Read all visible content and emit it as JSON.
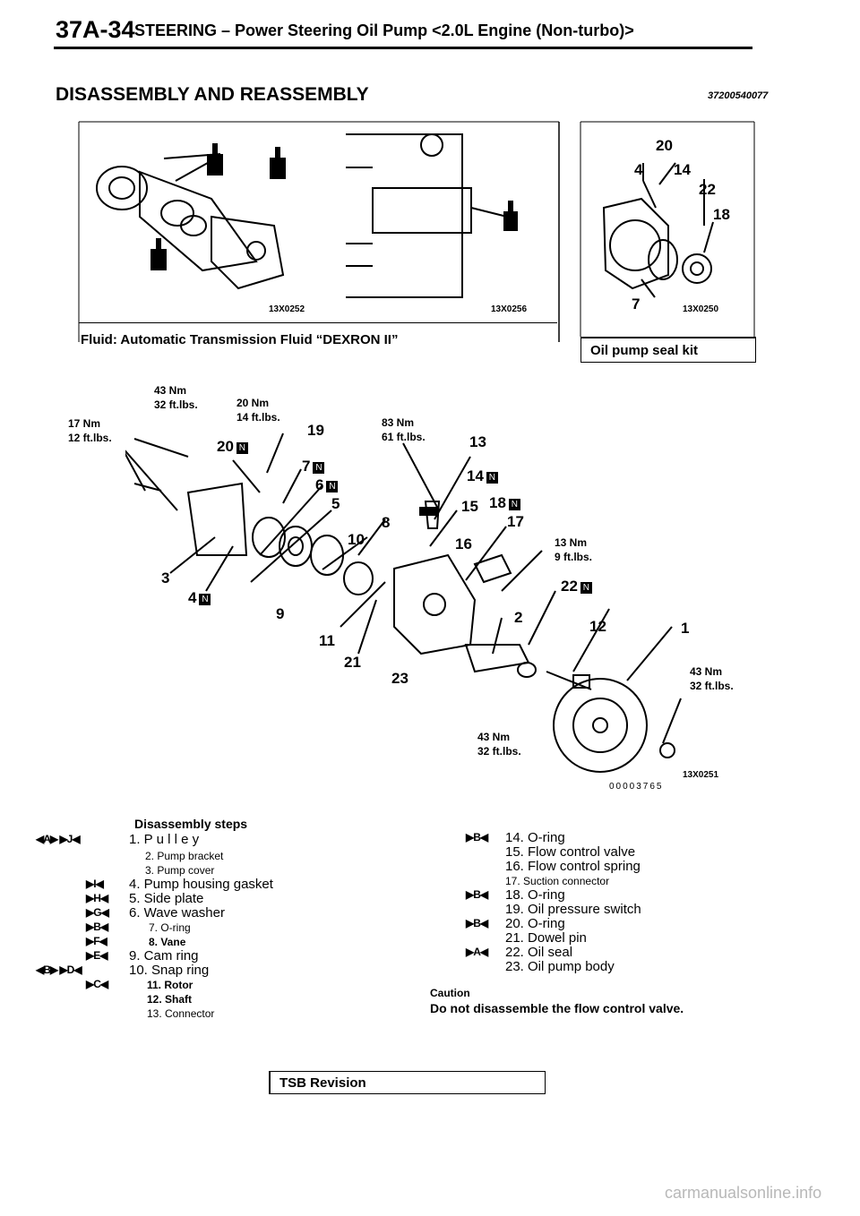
{
  "header": {
    "page_number": "37A-34",
    "title": "STEERING – Power Steering Oil Pump <2.0L Engine (Non-turbo)>"
  },
  "section": {
    "title": "DISASSEMBLY AND REASSEMBLY",
    "ref_code": "37200540077"
  },
  "figures": {
    "fluid_left_code": "13X0252",
    "fluid_right_code": "13X0256",
    "fluid_caption": "Fluid: Automatic Transmission Fluid “DEXRON II”",
    "seal_code": "13X0250",
    "seal_caption": "Oil pump seal kit",
    "seal_callouts": [
      "20",
      "4",
      "14",
      "22",
      "18",
      "7"
    ],
    "main_code": "13X0251",
    "serial": "00003765"
  },
  "torques": {
    "t1": {
      "nm": "43 Nm",
      "ft": "32 ft.lbs."
    },
    "t2": {
      "nm": "20 Nm",
      "ft": "14 ft.lbs."
    },
    "t3": {
      "nm": "17 Nm",
      "ft": "12 ft.lbs."
    },
    "t4": {
      "nm": "83 Nm",
      "ft": "61 ft.lbs."
    },
    "t5": {
      "nm": "13 Nm",
      "ft": "9 ft.lbs."
    },
    "t6": {
      "nm": "43 Nm",
      "ft": "32 ft.lbs."
    },
    "t7": {
      "nm": "43 Nm",
      "ft": "32 ft.lbs."
    }
  },
  "callouts": {
    "c1": "1",
    "c2": "2",
    "c3": "3",
    "c4": "4",
    "c5": "5",
    "c6": "6",
    "c7": "7",
    "c8": "8",
    "c9": "9",
    "c10": "10",
    "c11": "11",
    "c12": "12",
    "c13": "13",
    "c14": "14",
    "c15": "15",
    "c16": "16",
    "c17": "17",
    "c18": "18",
    "c19": "19",
    "c20": "20",
    "c21": "21",
    "c22": "22",
    "c23": "23",
    "n_badge": "N"
  },
  "steps": {
    "title": "Disassembly steps",
    "left": [
      {
        "marks": "◀A▶ ▶J◀",
        "text": "1. P u l l e y"
      },
      {
        "marks": "",
        "text": "2. Pump bracket"
      },
      {
        "marks": "",
        "text": "3. Pump cover"
      },
      {
        "marks": "▶I◀",
        "text": "4. Pump housing gasket"
      },
      {
        "marks": "▶H◀",
        "text": "5. Side plate"
      },
      {
        "marks": "▶G◀",
        "text": "6. Wave washer"
      },
      {
        "marks": "▶B◀",
        "text": "7. O-ring"
      },
      {
        "marks": "▶F◀",
        "text": "8. Vane"
      },
      {
        "marks": "▶E◀",
        "text": "9. Cam ring"
      },
      {
        "marks": "◀B▶ ▶D◀",
        "text": "10. Snap ring"
      },
      {
        "marks": "▶C◀",
        "text": "11. Rotor"
      },
      {
        "marks": "",
        "text": "12. Shaft"
      },
      {
        "marks": "",
        "text": "13. Connector"
      }
    ],
    "right": [
      {
        "marks": "▶B◀",
        "text": "14. O-ring"
      },
      {
        "marks": "",
        "text": "15. Flow control valve"
      },
      {
        "marks": "",
        "text": "16. Flow control spring"
      },
      {
        "marks": "",
        "text": "17. Suction connector"
      },
      {
        "marks": "▶B◀",
        "text": "18. O-ring"
      },
      {
        "marks": "",
        "text": "19. Oil pressure switch"
      },
      {
        "marks": "▶B◀",
        "text": "20. O-ring"
      },
      {
        "marks": "",
        "text": "21. Dowel pin"
      },
      {
        "marks": "▶A◀",
        "text": "22. Oil seal"
      },
      {
        "marks": "",
        "text": "23. Oil pump body"
      }
    ]
  },
  "caution": {
    "title": "Caution",
    "text": "Do not disassemble the flow control valve."
  },
  "tsb": "TSB Revision",
  "watermark": "carmanualsonline.info"
}
